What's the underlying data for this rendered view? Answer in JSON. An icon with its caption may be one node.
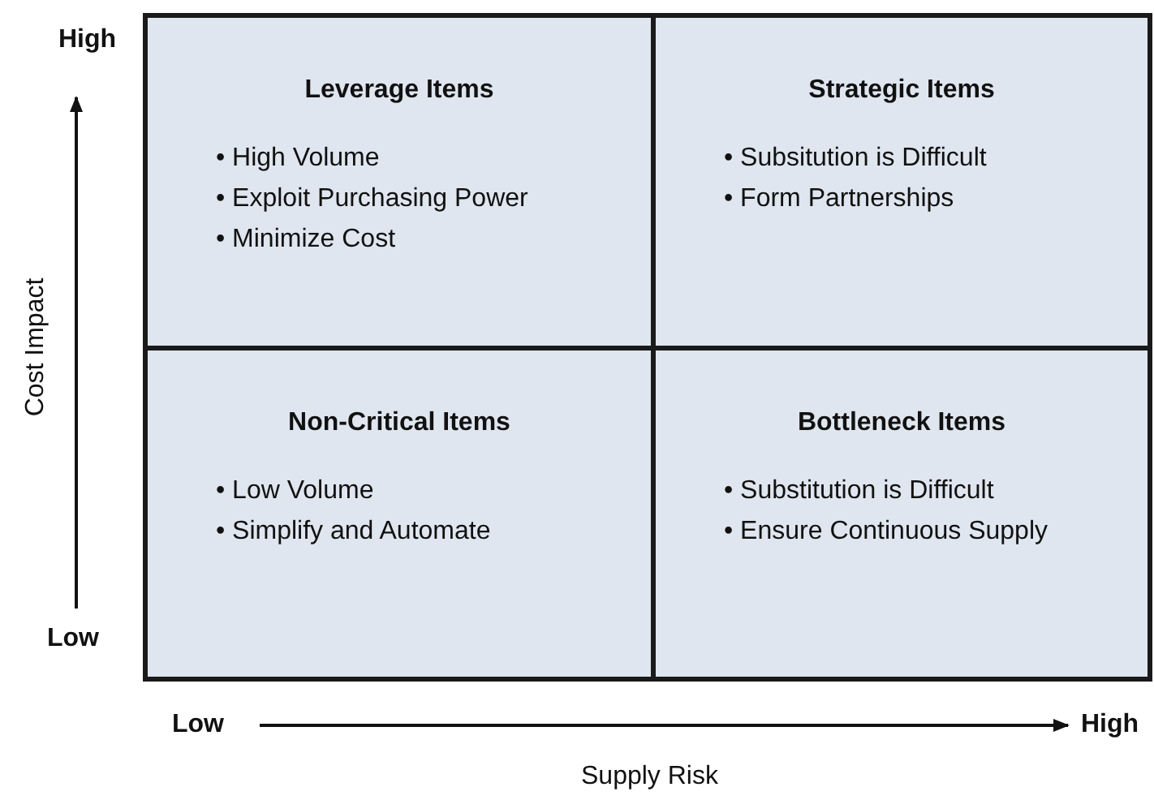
{
  "diagram": {
    "nodes": [
      {
        "text": [
          "Leverage Items",
          "• High Volume",
          "• Exploit Purchasing Power",
          "• Minimize Cost"
        ]
      },
      {
        "text": [
          "Strategic Items",
          "• Subsitution is Difficult",
          "• Form Partnerships"
        ]
      },
      {
        "text": [
          "Non-Critical Items",
          "• Low Volume",
          "• Simplify and Automate"
        ]
      },
      {
        "text": [
          "Bottleneck Items",
          "• Substitution is Difficult",
          "• Ensure Continuous Supply"
        ]
      }
    ],
    "edges": [],
    "labels": [
      "High",
      "Cost Impact",
      "Low",
      "Low",
      "High",
      "Supply Risk"
    ]
  }
}
